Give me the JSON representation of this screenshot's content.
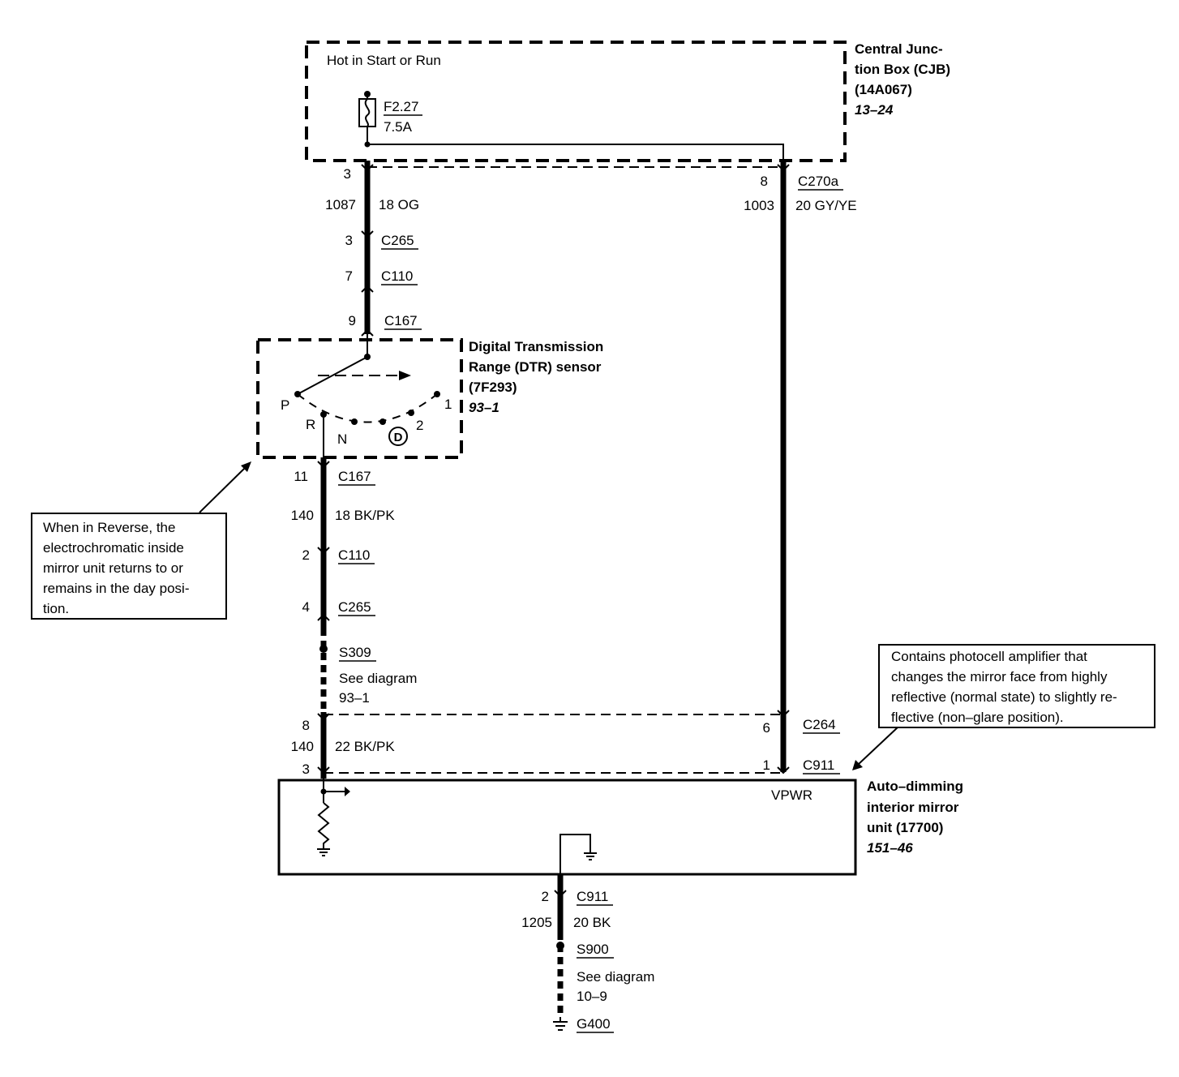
{
  "cjb": {
    "hot_label": "Hot in Start or Run",
    "fuse_id": "F2.27",
    "fuse_rating": "7.5A",
    "title_lines": [
      "Central Junc-",
      "tion Box (CJB)",
      "(14A067)"
    ],
    "ref": "13–24"
  },
  "left_upper_wire": {
    "pin_top": "3",
    "circuit": "1087",
    "gauge_color": "18 OG",
    "connectors": [
      {
        "pin": "3",
        "id": "C265"
      },
      {
        "pin": "7",
        "id": "C110"
      },
      {
        "pin": "9",
        "id": "C167"
      }
    ]
  },
  "right_wire": {
    "pin_top": "8",
    "connector_top": "C270a",
    "circuit": "1003",
    "gauge_color": "20 GY/YE",
    "pin_c264": "6",
    "connector_c264": "C264",
    "pin_c911": "1",
    "connector_c911": "C911",
    "vpwr": "VPWR"
  },
  "dtr": {
    "title_lines": [
      "Digital Transmission",
      "Range (DTR) sensor",
      "(7F293)"
    ],
    "ref": "93–1",
    "positions": {
      "p": "P",
      "r": "R",
      "n": "N",
      "d": "D",
      "two": "2",
      "one": "1"
    }
  },
  "left_lower_wire": {
    "pin_c167": "11",
    "connector_c167": "C167",
    "circuit": "140",
    "gauge_color": "18 BK/PK",
    "pin_c110": "2",
    "connector_c110": "C110",
    "pin_c265": "4",
    "connector_c265": "C265",
    "splice": "S309",
    "see_diagram": "See diagram",
    "splice_ref": "93–1",
    "pin_c264": "8",
    "circuit2": "140",
    "gauge_color2": "22 BK/PK",
    "pin_c911": "3"
  },
  "reverse_note": "When in Reverse, the electrochromatic inside mirror unit returns to or remains in the day position.",
  "reverse_note_lines": [
    "When in Reverse, the",
    "electrochromatic inside",
    "mirror unit returns to or",
    "remains in the day posi-",
    "tion."
  ],
  "photocell_note": "Contains photocell amplifier that changes the mirror face from highly reflective (normal state) to slightly reflective (non–glare position).",
  "photocell_note_lines": [
    "Contains photocell amplifier that",
    "changes the mirror face from highly",
    "reflective (normal state) to slightly re-",
    "flective (non–glare position)."
  ],
  "mirror": {
    "title_lines": [
      "Auto–dimming",
      "interior mirror",
      "unit (17700)"
    ],
    "ref": "151–46"
  },
  "ground_wire": {
    "pin": "2",
    "connector": "C911",
    "circuit": "1205",
    "gauge_color": "20 BK",
    "splice": "S900",
    "see_diagram": "See diagram",
    "splice_ref": "10–9",
    "ground": "G400"
  }
}
